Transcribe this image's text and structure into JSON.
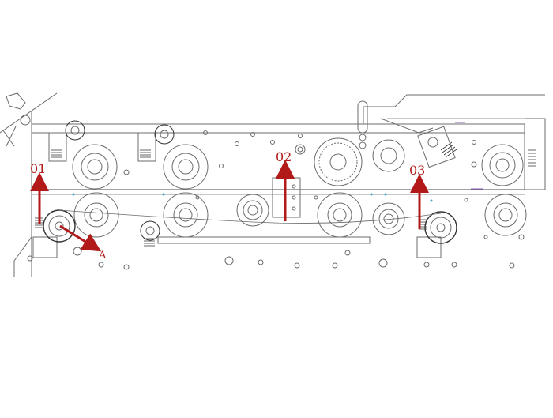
{
  "diagram": {
    "labels": {
      "label_01": "01",
      "label_02": "02",
      "label_03": "03",
      "label_a": "A"
    },
    "colors": {
      "line": "#6b6b6b",
      "line_dark": "#333333",
      "accent": "#b21a1a",
      "detail": "#3aa0c8",
      "detail_purple": "#8a5ab0",
      "background": "#ffffff"
    }
  }
}
